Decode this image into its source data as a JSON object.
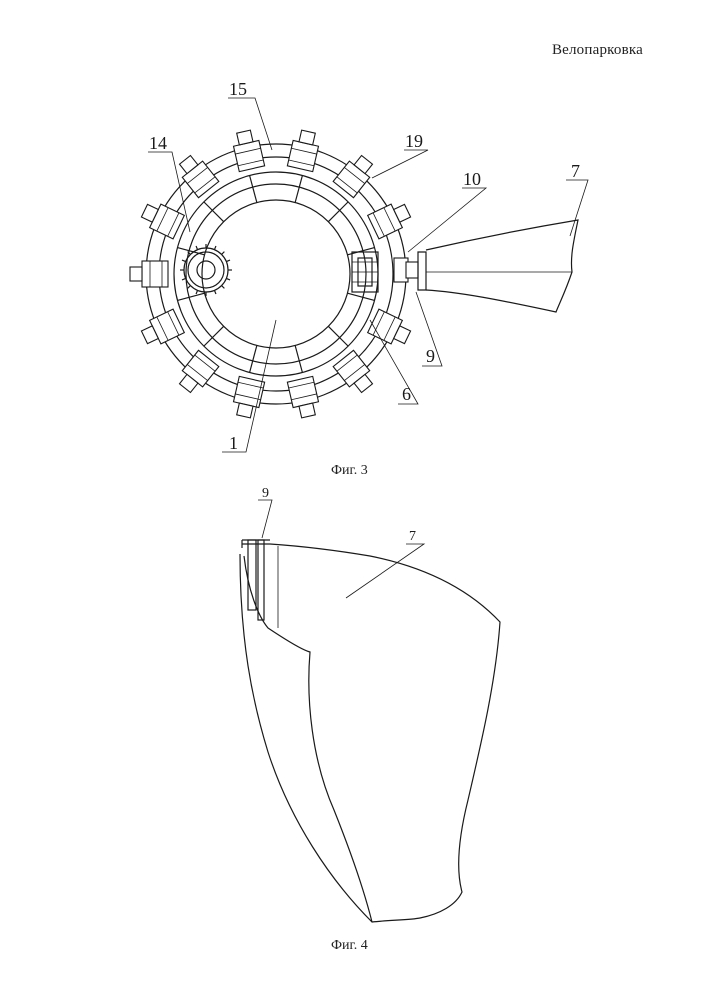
{
  "header": {
    "title": "Велопарковка"
  },
  "figure3": {
    "caption": "Фиг. 3",
    "labels": [
      "15",
      "14",
      "19",
      "10",
      "7",
      "9",
      "6",
      "1"
    ]
  },
  "figure4": {
    "caption": "Фиг. 4",
    "labels": [
      "9",
      "7"
    ]
  }
}
